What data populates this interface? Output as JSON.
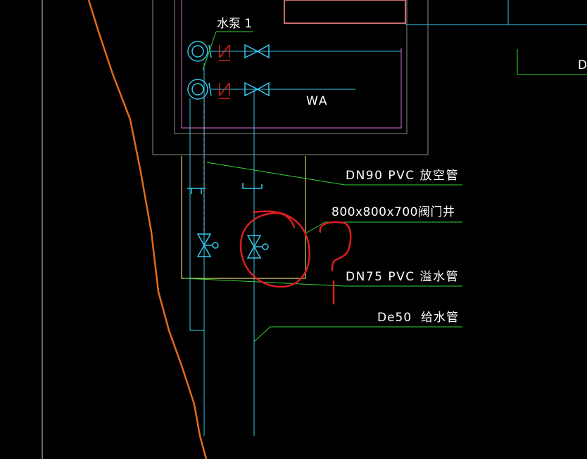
{
  "labels": {
    "pump": "水泵 1",
    "wa": "WA",
    "vent": "DN90 PVC 放空管",
    "well": "800x800x700阀门井",
    "overflow": "DN75 PVC 溢水管",
    "supply": "De50  给水管",
    "edge": "D"
  },
  "annotation": {
    "mark": "?"
  },
  "colors": {
    "background": "#000000",
    "pipe_cyan": "#34c7ea",
    "leader_green": "#35d535",
    "wall_gray": "#8a8a8a",
    "tank_magenta": "#b35aa8",
    "well_yellow": "#dccf6a",
    "boundary_orange": "#e36a16",
    "markup_red": "#dd1e1e"
  }
}
